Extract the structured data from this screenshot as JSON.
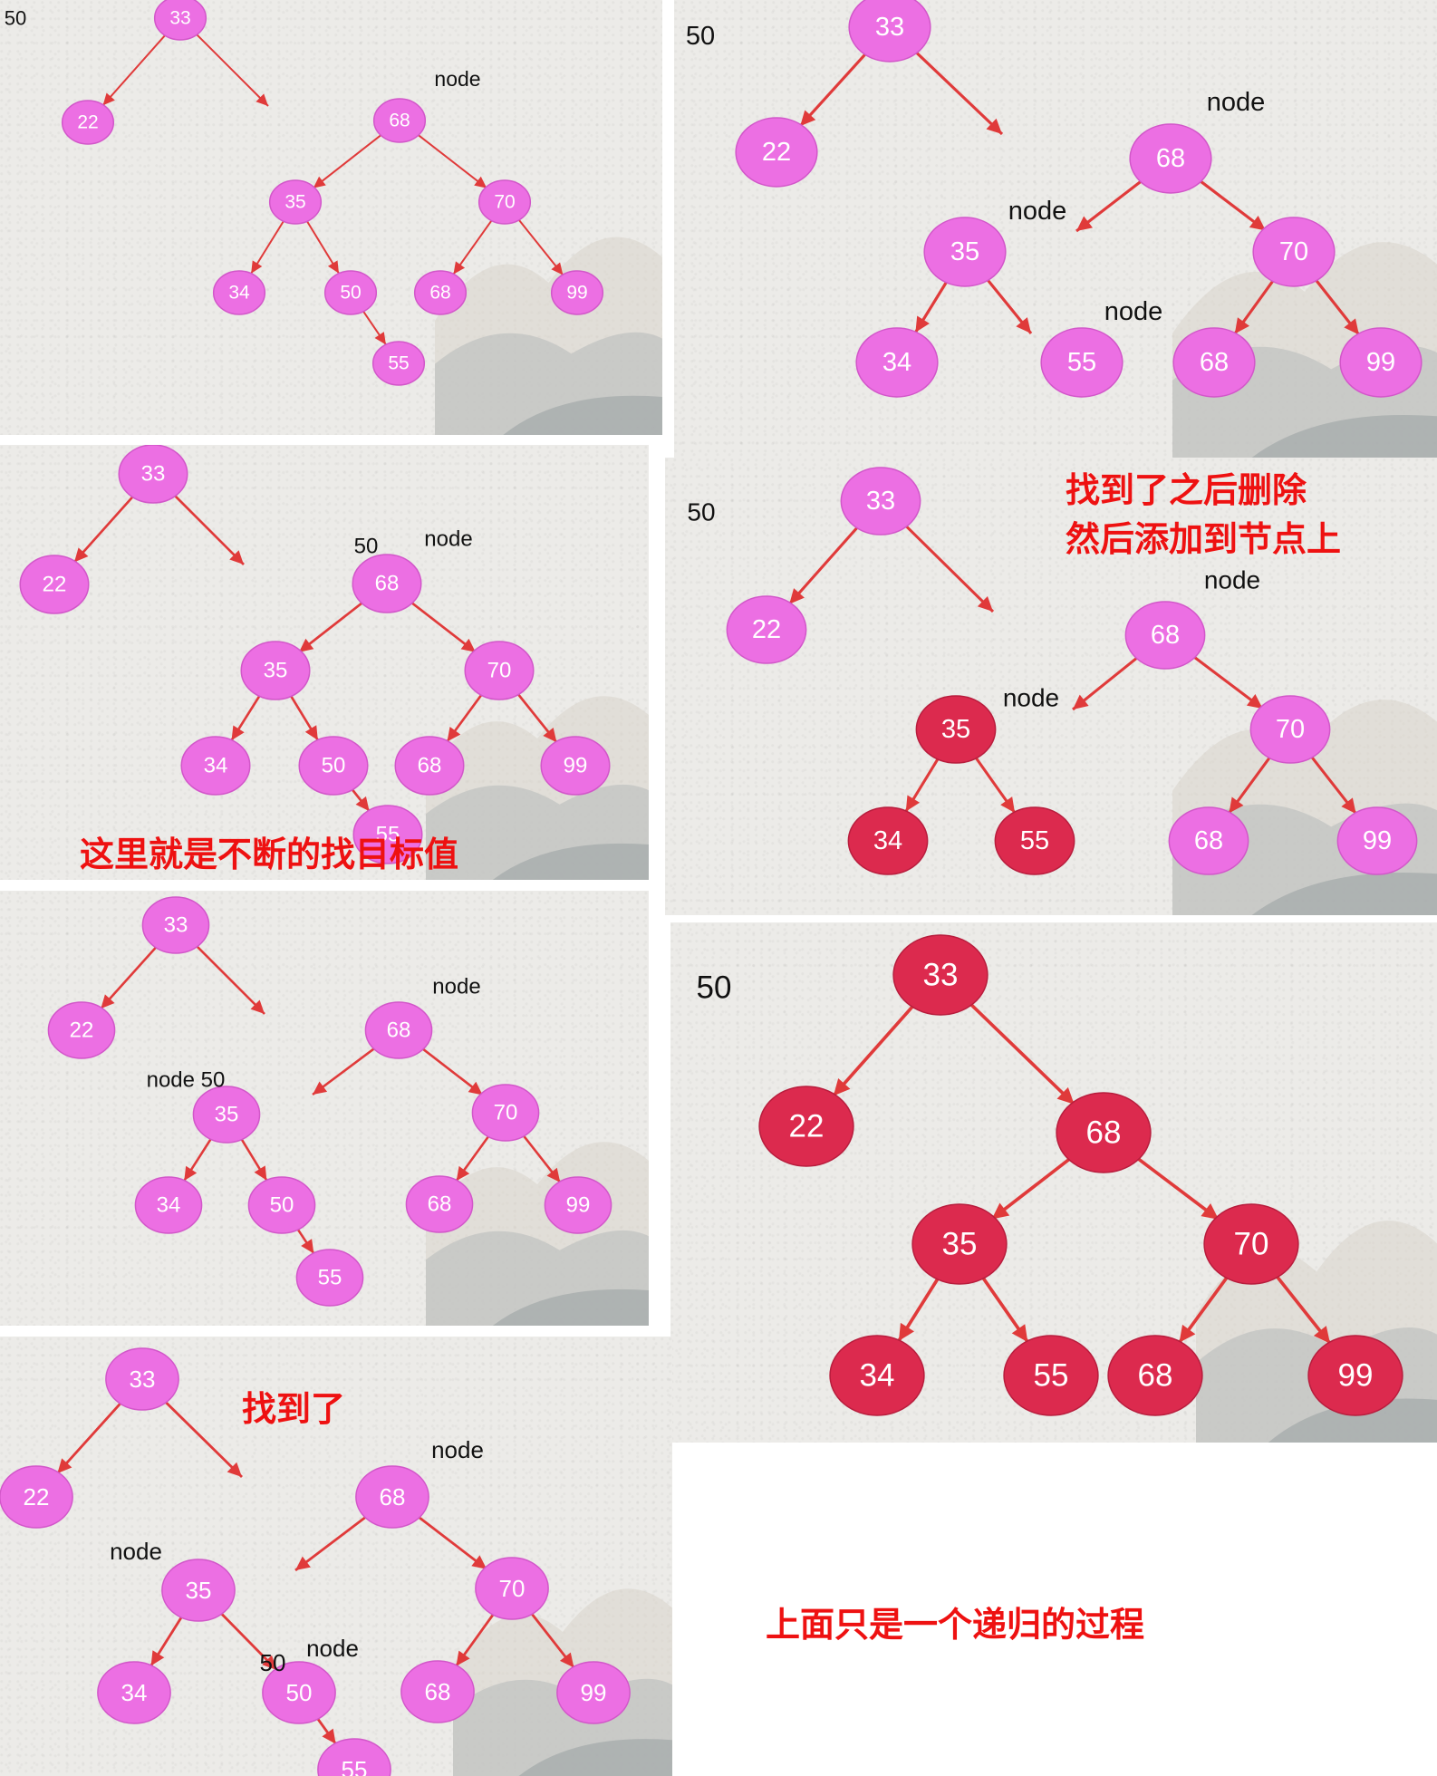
{
  "panels": [
    {
      "id": "p1",
      "labels": [
        {
          "name": "value-label",
          "text": "50"
        },
        {
          "name": "node-label",
          "text": "node"
        }
      ],
      "nodes": [
        {
          "key": "33",
          "text": "33",
          "highlight": false
        },
        {
          "key": "22",
          "text": "22",
          "highlight": false
        },
        {
          "key": "68",
          "text": "68",
          "highlight": false
        },
        {
          "key": "35",
          "text": "35",
          "highlight": false
        },
        {
          "key": "70",
          "text": "70",
          "highlight": false
        },
        {
          "key": "34",
          "text": "34",
          "highlight": false
        },
        {
          "key": "50",
          "text": "50",
          "highlight": false
        },
        {
          "key": "68b",
          "text": "68",
          "highlight": false
        },
        {
          "key": "99",
          "text": "99",
          "highlight": false
        },
        {
          "key": "55",
          "text": "55",
          "highlight": false
        }
      ]
    },
    {
      "id": "p2",
      "labels": [
        {
          "name": "value-label",
          "text": "50"
        },
        {
          "name": "node-label",
          "text": "node"
        },
        {
          "name": "node-label",
          "text": "node"
        },
        {
          "name": "node-label",
          "text": "node"
        }
      ],
      "nodes": [
        {
          "key": "33",
          "text": "33",
          "highlight": false
        },
        {
          "key": "22",
          "text": "22",
          "highlight": false
        },
        {
          "key": "68",
          "text": "68",
          "highlight": false
        },
        {
          "key": "35",
          "text": "35",
          "highlight": false
        },
        {
          "key": "70",
          "text": "70",
          "highlight": false
        },
        {
          "key": "34",
          "text": "34",
          "highlight": false
        },
        {
          "key": "55",
          "text": "55",
          "highlight": false
        },
        {
          "key": "68b",
          "text": "68",
          "highlight": false
        },
        {
          "key": "99",
          "text": "99",
          "highlight": false
        }
      ]
    },
    {
      "id": "p3",
      "labels": [
        {
          "name": "value-label",
          "text": "50"
        },
        {
          "name": "node-label",
          "text": "node"
        }
      ],
      "nodes": [
        {
          "key": "33",
          "text": "33",
          "highlight": false
        },
        {
          "key": "22",
          "text": "22",
          "highlight": false
        },
        {
          "key": "68",
          "text": "68",
          "highlight": false
        },
        {
          "key": "35",
          "text": "35",
          "highlight": false
        },
        {
          "key": "70",
          "text": "70",
          "highlight": false
        },
        {
          "key": "34",
          "text": "34",
          "highlight": false
        },
        {
          "key": "50",
          "text": "50",
          "highlight": false
        },
        {
          "key": "68b",
          "text": "68",
          "highlight": false
        },
        {
          "key": "99",
          "text": "99",
          "highlight": false
        },
        {
          "key": "55",
          "text": "55",
          "highlight": false
        }
      ]
    },
    {
      "id": "p4",
      "labels": [
        {
          "name": "value-label",
          "text": "50"
        },
        {
          "name": "node-label",
          "text": "node"
        },
        {
          "name": "node-label",
          "text": "node"
        }
      ],
      "nodes": [
        {
          "key": "33",
          "text": "33",
          "highlight": false
        },
        {
          "key": "22",
          "text": "22",
          "highlight": false
        },
        {
          "key": "68",
          "text": "68",
          "highlight": false
        },
        {
          "key": "35",
          "text": "35",
          "highlight": true
        },
        {
          "key": "70",
          "text": "70",
          "highlight": false
        },
        {
          "key": "34",
          "text": "34",
          "highlight": true
        },
        {
          "key": "55",
          "text": "55",
          "highlight": true
        },
        {
          "key": "68b",
          "text": "68",
          "highlight": false
        },
        {
          "key": "99",
          "text": "99",
          "highlight": false
        }
      ]
    },
    {
      "id": "p5",
      "labels": [
        {
          "name": "node-label",
          "text": "node"
        },
        {
          "name": "node-label",
          "text": "node 50"
        }
      ],
      "nodes": [
        {
          "key": "33",
          "text": "33",
          "highlight": false
        },
        {
          "key": "22",
          "text": "22",
          "highlight": false
        },
        {
          "key": "68",
          "text": "68",
          "highlight": false
        },
        {
          "key": "35",
          "text": "35",
          "highlight": false
        },
        {
          "key": "70",
          "text": "70",
          "highlight": false
        },
        {
          "key": "34",
          "text": "34",
          "highlight": false
        },
        {
          "key": "50",
          "text": "50",
          "highlight": false
        },
        {
          "key": "68b",
          "text": "68",
          "highlight": false
        },
        {
          "key": "99",
          "text": "99",
          "highlight": false
        },
        {
          "key": "55",
          "text": "55",
          "highlight": false
        }
      ]
    },
    {
      "id": "p6",
      "labels": [
        {
          "name": "value-label",
          "text": "50"
        }
      ],
      "nodes": [
        {
          "key": "33",
          "text": "33",
          "highlight": true
        },
        {
          "key": "22",
          "text": "22",
          "highlight": true
        },
        {
          "key": "68",
          "text": "68",
          "highlight": true
        },
        {
          "key": "35",
          "text": "35",
          "highlight": true
        },
        {
          "key": "70",
          "text": "70",
          "highlight": true
        },
        {
          "key": "34",
          "text": "34",
          "highlight": true
        },
        {
          "key": "55",
          "text": "55",
          "highlight": true
        },
        {
          "key": "68b",
          "text": "68",
          "highlight": true
        },
        {
          "key": "99",
          "text": "99",
          "highlight": true
        }
      ]
    },
    {
      "id": "p7",
      "labels": [
        {
          "name": "node-label",
          "text": "node"
        },
        {
          "name": "node-label",
          "text": "node"
        },
        {
          "name": "value-label",
          "text": "50"
        },
        {
          "name": "node-label",
          "text": "node"
        }
      ],
      "nodes": [
        {
          "key": "33",
          "text": "33",
          "highlight": false
        },
        {
          "key": "22",
          "text": "22",
          "highlight": false
        },
        {
          "key": "68",
          "text": "68",
          "highlight": false
        },
        {
          "key": "35",
          "text": "35",
          "highlight": false
        },
        {
          "key": "70",
          "text": "70",
          "highlight": false
        },
        {
          "key": "34",
          "text": "34",
          "highlight": false
        },
        {
          "key": "50",
          "text": "50",
          "highlight": false
        },
        {
          "key": "68b",
          "text": "68",
          "highlight": false
        },
        {
          "key": "99",
          "text": "99",
          "highlight": false
        },
        {
          "key": "55",
          "text": "55",
          "highlight": false
        }
      ]
    }
  ],
  "annotations": {
    "keep_searching": "这里就是不断的找目标值",
    "found_delete_line1": "找到了之后删除",
    "found_delete_line2": "然后添加到节点上",
    "found": "找到了",
    "recursion_note": "上面只是一个递归的过程"
  },
  "colors": {
    "panel_bg": "#ecebe8",
    "node_fill": "#ec6fe3",
    "node_highlight": "#dc2a4e",
    "edge": "#e03a3a",
    "node_text": "#ffffff",
    "label_text": "#111111",
    "annotation_text": "#ee1111"
  }
}
